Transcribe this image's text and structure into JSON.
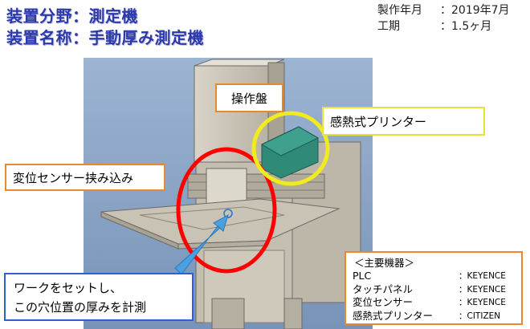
{
  "title": {
    "line1": "装置分野：測定機",
    "line2": "装置名称：手動厚み測定機"
  },
  "meta": {
    "production": {
      "label": "製作年月",
      "value": "：2019年7月"
    },
    "period": {
      "label": "工期",
      "value": "：1.5ヶ月"
    }
  },
  "callouts": {
    "panel": "操作盤",
    "printer": "感熱式プリンター",
    "sensor": "変位センサー挟み込み",
    "work_line1": "ワークをセットし、",
    "work_line2": "この穴位置の厚みを計測"
  },
  "equipment": {
    "heading": "＜主要機器＞",
    "items": [
      {
        "name": "PLC",
        "maker": "：KEYENCE"
      },
      {
        "name": "タッチパネル",
        "maker": "：KEYENCE"
      },
      {
        "name": "変位センサー",
        "maker": "：KEYENCE"
      },
      {
        "name": "感熱式プリンター",
        "maker": "：CITIZEN"
      }
    ]
  },
  "colors": {
    "title": "#2b3aa8",
    "machine_body": "#c9c3b6",
    "background_blue": "#8fa9c9",
    "printer_green": "#2f8a78",
    "red_circle": "#ff0000",
    "yellow_circle": "#f0ea1e",
    "arrow_blue": "#4aa0e0",
    "orange_border": "#e78a2b"
  }
}
